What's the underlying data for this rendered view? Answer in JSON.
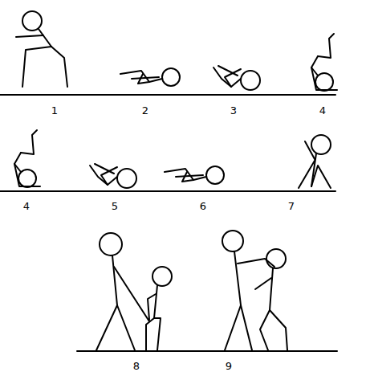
{
  "diagram": {
    "labels": [
      "1",
      "2",
      "3",
      "4",
      "4",
      "5",
      "6",
      "7",
      "8",
      "9"
    ]
  }
}
